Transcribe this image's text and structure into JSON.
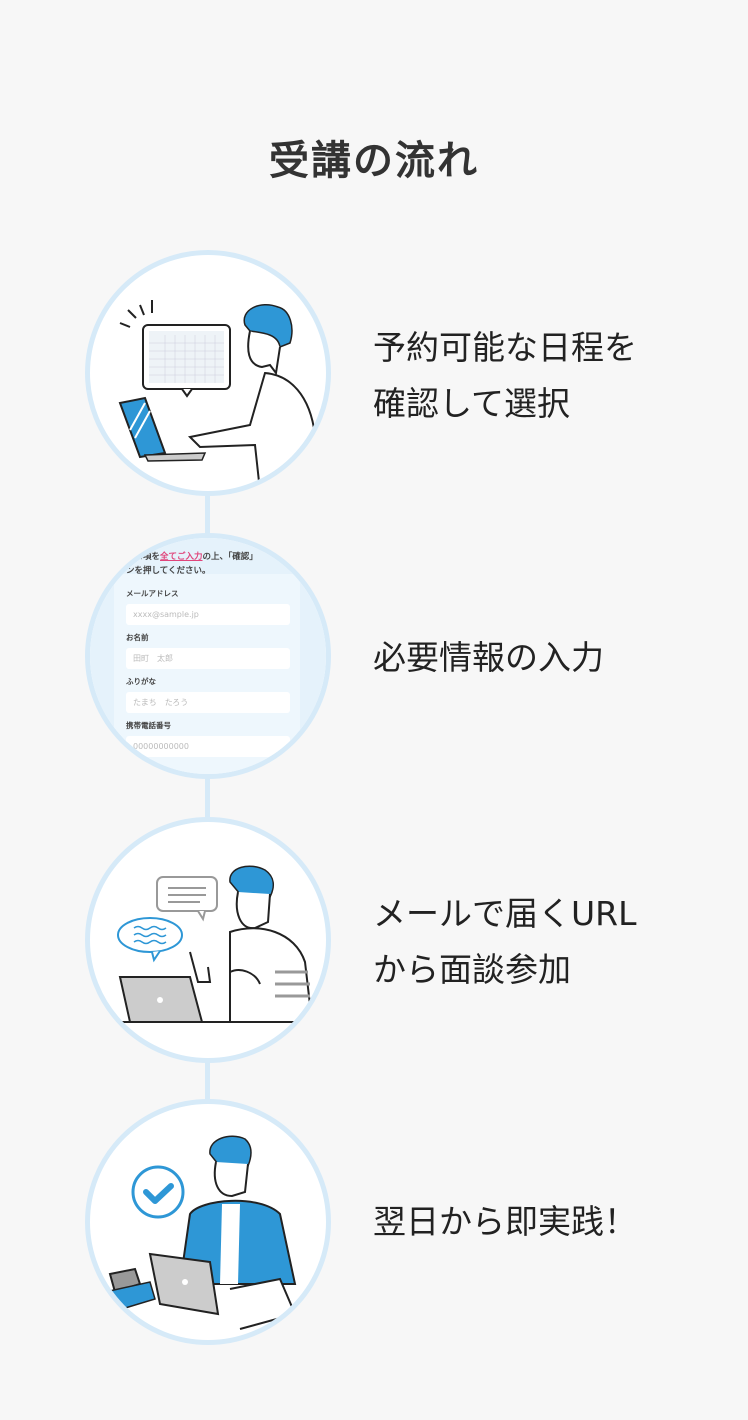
{
  "title": "受講の流れ",
  "colors": {
    "accent": "#2e97d6",
    "circle_border": "#d6eaf8",
    "highlight": "#e0457b"
  },
  "steps": [
    {
      "text": "予約可能な日程を\n確認して選択",
      "illustration": "man-checking-calendar-on-laptop"
    },
    {
      "text": "必要情報の入力",
      "illustration": "reservation-form"
    },
    {
      "text": "メールで届くURL\nから面談参加",
      "illustration": "man-in-video-meeting"
    },
    {
      "text": "翌日から即実践！",
      "illustration": "man-working-with-checkmark"
    }
  ],
  "form": {
    "intro_before": "要事項を",
    "intro_highlight": "全てご入力",
    "intro_after": "の上、「確認」",
    "intro_line2": "ンを押してください。",
    "fields": [
      {
        "label": "メールアドレス",
        "placeholder": "xxxx@sample.jp"
      },
      {
        "label": "お名前",
        "placeholder": "田町　太郎"
      },
      {
        "label": "ふりがな",
        "placeholder": "たまち　たろう"
      },
      {
        "label": "携帯電話番号",
        "placeholder": "00000000000"
      }
    ]
  }
}
